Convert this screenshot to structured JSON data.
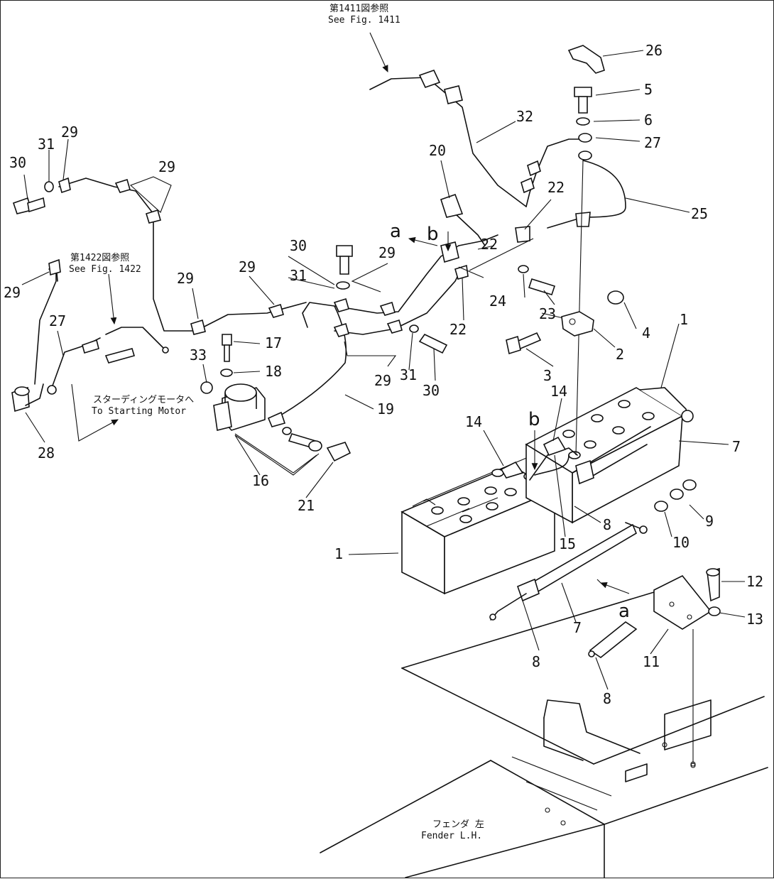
{
  "refs": {
    "fig1411_jp": "第1411図参照",
    "fig1411_en": "See Fig. 1411",
    "fig1422_jp": "第1422図参照",
    "fig1422_en": "See Fig. 1422",
    "starter_jp": "スターディングモータへ",
    "starter_en": "To Starting Motor",
    "fender_jp": "フェンダ 左",
    "fender_en": "Fender L.H."
  },
  "letters": {
    "a": "a",
    "b": "b"
  },
  "callouts": {
    "n1": "1",
    "n2": "2",
    "n3": "3",
    "n4": "4",
    "n5": "5",
    "n6": "6",
    "n7": "7",
    "n8": "8",
    "n9": "9",
    "n10": "10",
    "n11": "11",
    "n12": "12",
    "n13": "13",
    "n14": "14",
    "n15": "15",
    "n16": "16",
    "n17": "17",
    "n18": "18",
    "n19": "19",
    "n20": "20",
    "n21": "21",
    "n22": "22",
    "n23": "23",
    "n24": "24",
    "n25": "25",
    "n26": "26",
    "n27": "27",
    "n28": "28",
    "n29": "29",
    "n30": "30",
    "n31": "31",
    "n32": "32",
    "n33": "33"
  }
}
